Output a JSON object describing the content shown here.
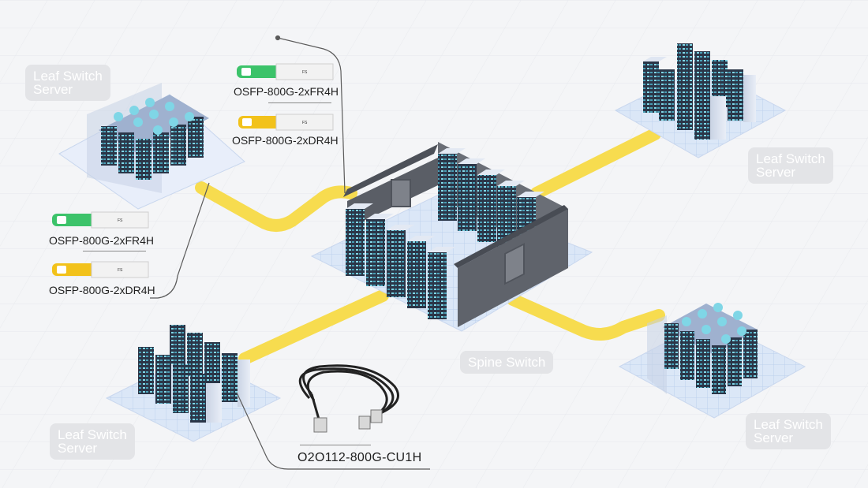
{
  "nodes": {
    "spine": {
      "label": "Spine Switch"
    },
    "leaf_top_left": {
      "line1": "Leaf Switch",
      "line2": "Server"
    },
    "leaf_top_right": {
      "line1": "Leaf Switch",
      "line2": "Server"
    },
    "leaf_bottom_left": {
      "line1": "Leaf Switch",
      "line2": "Server"
    },
    "leaf_bottom_right": {
      "line1": "Leaf Switch",
      "line2": "Server"
    }
  },
  "modules": {
    "top_group": [
      {
        "label": "OSFP-800G-2xFR4H",
        "color": "#3cc36a"
      },
      {
        "label": "OSFP-800G-2xDR4H",
        "color": "#f2c21b"
      }
    ],
    "left_group": [
      {
        "label": "OSFP-800G-2xFR4H",
        "color": "#3cc36a"
      },
      {
        "label": "OSFP-800G-2xDR4H",
        "color": "#f2c21b"
      }
    ]
  },
  "cable": {
    "label": "O2O112-800G-CU1H"
  },
  "brand_mark": "FS",
  "colors": {
    "link": "#f7dc4f",
    "floor": "#cfe0f5",
    "rack_face": "#2e3a4d",
    "rack_light": "#7fd6e6",
    "wall": "#5a5e66",
    "tag_bg": "#e3e4e7",
    "grid": "#e6e8ec"
  }
}
